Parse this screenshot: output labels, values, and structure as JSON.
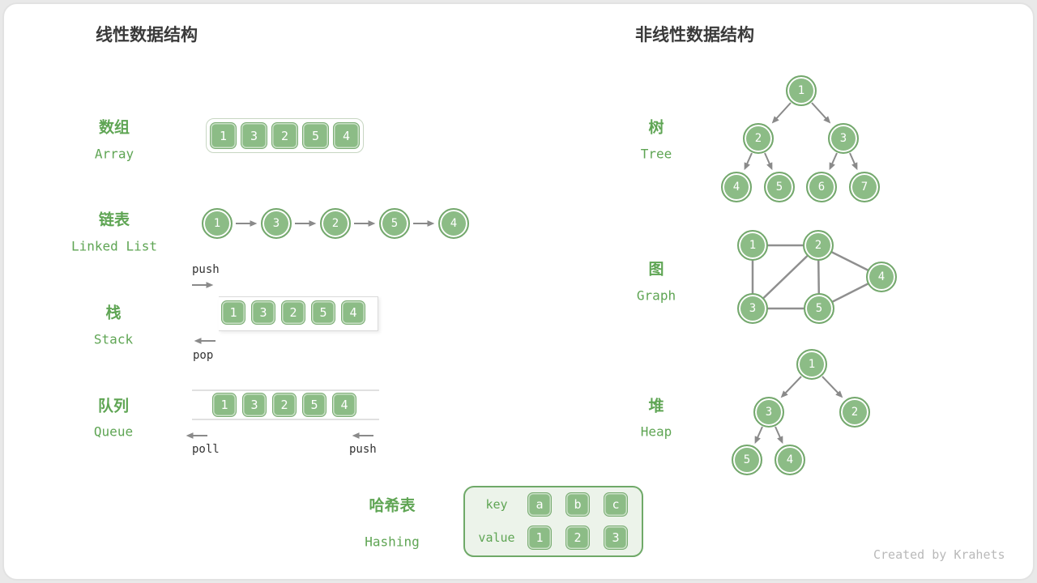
{
  "sections": {
    "linear": {
      "title": "线性数据结构"
    },
    "nonlinear": {
      "title": "非线性数据结构"
    }
  },
  "linear": {
    "array": {
      "label_zh": "数组",
      "label_en": "Array",
      "values": [
        "1",
        "3",
        "2",
        "5",
        "4"
      ]
    },
    "linked_list": {
      "label_zh": "链表",
      "label_en": "Linked List",
      "values": [
        "1",
        "3",
        "2",
        "5",
        "4"
      ]
    },
    "stack": {
      "label_zh": "栈",
      "label_en": "Stack",
      "values": [
        "1",
        "3",
        "2",
        "5",
        "4"
      ],
      "push_label": "push",
      "pop_label": "pop"
    },
    "queue": {
      "label_zh": "队列",
      "label_en": "Queue",
      "values": [
        "1",
        "3",
        "2",
        "5",
        "4"
      ],
      "poll_label": "poll",
      "push_label": "push"
    },
    "hash": {
      "label_zh": "哈希表",
      "label_en": "Hashing",
      "key_label": "key",
      "value_label": "value",
      "keys": [
        "a",
        "b",
        "c"
      ],
      "values": [
        "1",
        "2",
        "3"
      ]
    }
  },
  "nonlinear": {
    "tree": {
      "label_zh": "树",
      "label_en": "Tree",
      "nodes": [
        "1",
        "2",
        "3",
        "4",
        "5",
        "6",
        "7"
      ],
      "edges": [
        [
          "1",
          "2"
        ],
        [
          "1",
          "3"
        ],
        [
          "2",
          "4"
        ],
        [
          "2",
          "5"
        ],
        [
          "3",
          "6"
        ],
        [
          "3",
          "7"
        ]
      ]
    },
    "graph": {
      "label_zh": "图",
      "label_en": "Graph",
      "nodes": [
        "1",
        "2",
        "3",
        "4",
        "5"
      ],
      "edges": [
        [
          "1",
          "2"
        ],
        [
          "1",
          "3"
        ],
        [
          "2",
          "3"
        ],
        [
          "2",
          "5"
        ],
        [
          "2",
          "4"
        ],
        [
          "3",
          "5"
        ],
        [
          "5",
          "4"
        ]
      ]
    },
    "heap": {
      "label_zh": "堆",
      "label_en": "Heap",
      "nodes": [
        "1",
        "3",
        "2",
        "5",
        "4"
      ],
      "edges": [
        [
          "1",
          "3"
        ],
        [
          "1",
          "2"
        ],
        [
          "3",
          "5"
        ],
        [
          "3",
          "4"
        ]
      ]
    }
  },
  "footer": {
    "created_by": "Created by Krahets"
  },
  "colors": {
    "node_fill": "#8cbc86",
    "node_border": "#74a86d",
    "label_green": "#5fa554",
    "title_gray": "#3a3a3a",
    "arrow_gray": "#8a8a8a",
    "card_border": "#e2e2e2",
    "hash_background": "#ecf3ea",
    "watermark_gray": "#b9b9b9"
  }
}
